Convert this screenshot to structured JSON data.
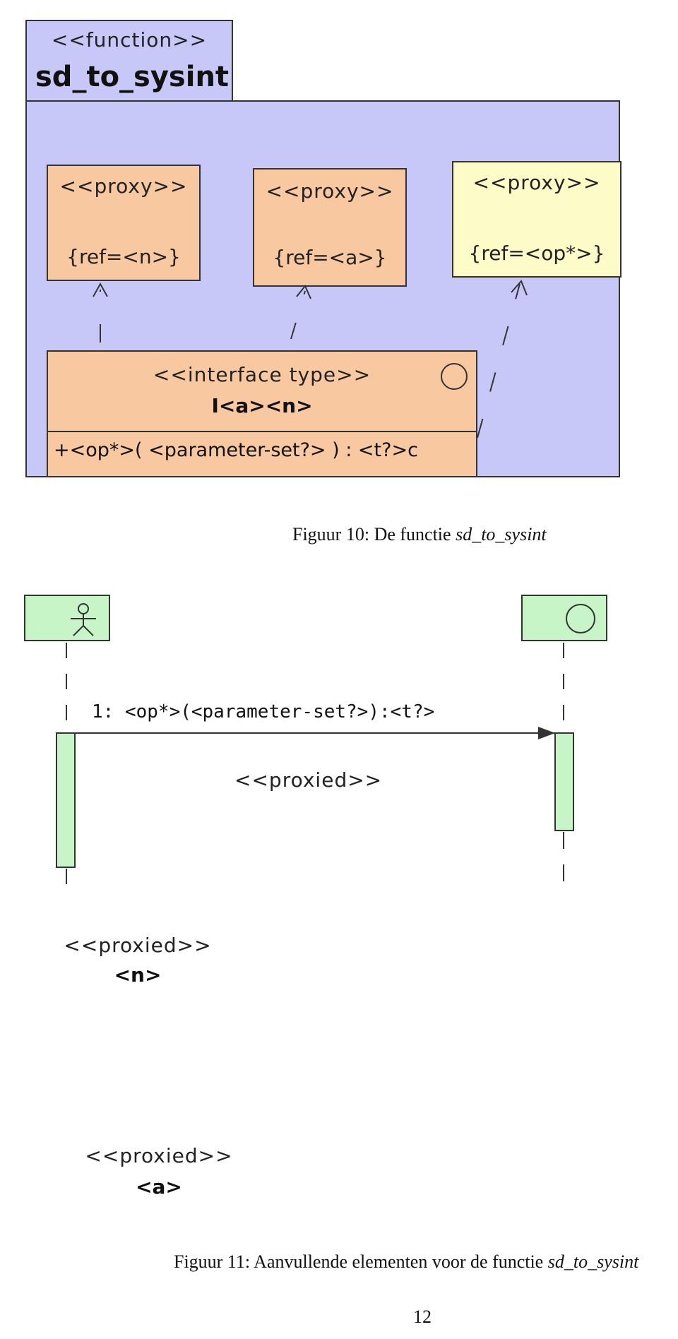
{
  "figure10": {
    "function_tab": {
      "stereotype": "<<function>>",
      "name": "sd_to_sysint"
    },
    "proxies": [
      {
        "stereotype": "<<proxy>>",
        "ref": "{ref=<n>}"
      },
      {
        "stereotype": "<<proxy>>",
        "ref": "{ref=<a>}"
      },
      {
        "stereotype": "<<proxy>>",
        "ref": "{ref=<op*>}"
      }
    ],
    "interface": {
      "stereotype": "<<interface type>>",
      "name": "I<a><n>",
      "operation": "+<op*>( <parameter-set?> ) : <t?>c"
    },
    "caption": {
      "prefix": "Figuur 10: De functie ",
      "name": "sd_to_sysint"
    }
  },
  "figure11": {
    "message": {
      "label": "1: <op*>(<parameter-set?>):<t?>",
      "stereotype": "<<proxied>>"
    },
    "usecase": {
      "stereotype": "<<proxied>>",
      "name": "<n>"
    },
    "actor": {
      "stereotype": "<<proxied>>",
      "name": "<a>"
    },
    "caption": {
      "prefix": "Figuur 11: Aanvullende elementen voor de functie ",
      "name": "sd_to_sysint"
    }
  },
  "page_number": "12",
  "colors": {
    "package_fill": "#c8c8f8",
    "proxy_fill": "#f8c8a0",
    "proxy_op_fill": "#fdfcc8",
    "lifeline_fill": "#c8f5c8",
    "usecase_fill": "#fafa78",
    "actor_head_fill": "#f8c8a0"
  }
}
